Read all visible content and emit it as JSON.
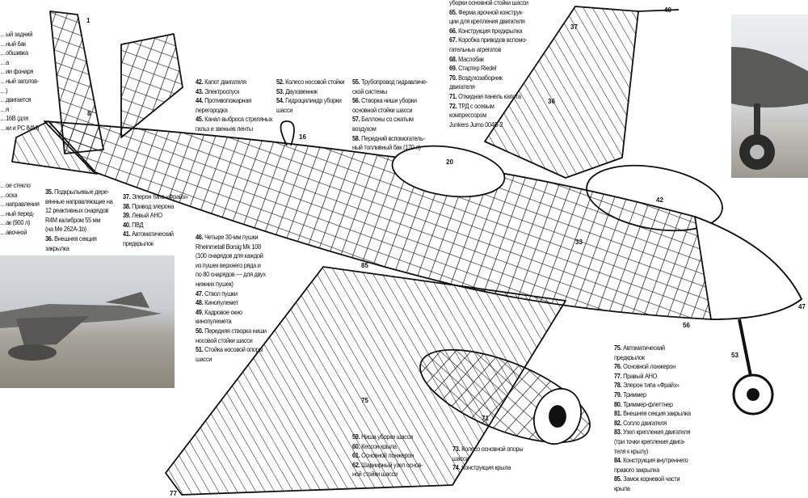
{
  "legends": {
    "left_partial_top": [
      "…ый задний",
      "…ный бак",
      "…обшивка",
      "…а",
      "…ии фонаря",
      "…ный заголов-",
      "…)",
      "…двигается",
      "…я",
      "…16В (для",
      "…ки и РС 84М)"
    ],
    "left_partial_mid": [
      "…ое стекло",
      "…оска",
      "…направления",
      "…ный перед-",
      "…ак (900 л)",
      "…авочной"
    ],
    "items_35_36": [
      {
        "num": "35.",
        "text": "Подкрыльевые дере-"
      },
      {
        "num": "",
        "text": "вянные направляющие на"
      },
      {
        "num": "",
        "text": "12 реактивных снарядов"
      },
      {
        "num": "",
        "text": "R4M калибром 55 мм"
      },
      {
        "num": "",
        "text": "(на Me 262A-1b)"
      },
      {
        "num": "36.",
        "text": "Внешняя секция"
      },
      {
        "num": "",
        "text": "закрылка"
      }
    ],
    "items_37_41": [
      {
        "num": "37.",
        "text": "Элерон типа «Фрайз»"
      },
      {
        "num": "38.",
        "text": "Привод элерона"
      },
      {
        "num": "39.",
        "text": "Левый АНО"
      },
      {
        "num": "40.",
        "text": "ПВД"
      },
      {
        "num": "41.",
        "text": "Автоматический"
      },
      {
        "num": "",
        "text": "предкрылок"
      }
    ],
    "items_42_45": [
      {
        "num": "42.",
        "text": "Капот двигателя"
      },
      {
        "num": "43.",
        "text": "Электроспуск"
      },
      {
        "num": "44.",
        "text": "Противопожарная"
      },
      {
        "num": "",
        "text": "перегородка"
      },
      {
        "num": "45.",
        "text": "Канал выброса стреляных"
      },
      {
        "num": "",
        "text": "гильз и звеньев ленты"
      }
    ],
    "items_52_54": [
      {
        "num": "52.",
        "text": "Колесо носовой стойки"
      },
      {
        "num": "53.",
        "text": "Двухзвенник"
      },
      {
        "num": "54.",
        "text": "Гидроцилиндр уборки"
      },
      {
        "num": "",
        "text": "шасси"
      }
    ],
    "items_55_58": [
      {
        "num": "55.",
        "text": "Трубопровод гидравличе-"
      },
      {
        "num": "",
        "text": "ской системы"
      },
      {
        "num": "56.",
        "text": "Створка ниши уборки"
      },
      {
        "num": "",
        "text": "основной стойки шасси"
      },
      {
        "num": "57.",
        "text": "Баллоны со сжатым"
      },
      {
        "num": "",
        "text": "воздухом"
      },
      {
        "num": "58.",
        "text": "Передний вспомогатель-"
      },
      {
        "num": "",
        "text": "ный топливный бак (170 л)"
      }
    ],
    "items_64_72": [
      {
        "num": "",
        "text": "уборки основной стойки шасси"
      },
      {
        "num": "65.",
        "text": "Ферма арочной конструк-"
      },
      {
        "num": "",
        "text": "ции для крепления двигателя"
      },
      {
        "num": "66.",
        "text": "Конструкция предкрылка"
      },
      {
        "num": "67.",
        "text": "Коробка приводов вспомо-"
      },
      {
        "num": "",
        "text": "гательных агрегатов"
      },
      {
        "num": "68.",
        "text": "Маслобак"
      },
      {
        "num": "69.",
        "text": "Стартер Riedel"
      },
      {
        "num": "70.",
        "text": "Воздухозаборник"
      },
      {
        "num": "",
        "text": "двигателя"
      },
      {
        "num": "71.",
        "text": "Откидная панель капота"
      },
      {
        "num": "72.",
        "text": "ТРД с осевым"
      },
      {
        "num": "",
        "text": "компрессором"
      },
      {
        "num": "",
        "text": "Junkers Jumo 004B-2"
      }
    ],
    "items_46_51": [
      {
        "num": "46.",
        "text": "Четыре 30-мм пушки"
      },
      {
        "num": "",
        "text": "Rheinmetall Borsig Mk 108"
      },
      {
        "num": "",
        "text": "(100 снарядов для каждой"
      },
      {
        "num": "",
        "text": "из пушек верхнего ряда и"
      },
      {
        "num": "",
        "text": "по 80 снарядов — для двух"
      },
      {
        "num": "",
        "text": "нижних пушек)"
      },
      {
        "num": "47.",
        "text": "Ствол пушки"
      },
      {
        "num": "48.",
        "text": "Кинопулемет"
      },
      {
        "num": "49.",
        "text": "Кадровое окно"
      },
      {
        "num": "",
        "text": "кинопулемета"
      },
      {
        "num": "50.",
        "text": "Передняя створка ниши"
      },
      {
        "num": "",
        "text": "носовой стойки шасси"
      },
      {
        "num": "51.",
        "text": "Стойка носовой опоры"
      },
      {
        "num": "",
        "text": "шасси"
      }
    ],
    "items_59_62": [
      {
        "num": "59.",
        "text": "Ниша уборки шасси"
      },
      {
        "num": "60.",
        "text": "Кессон крыла"
      },
      {
        "num": "61.",
        "text": "Основной лонжерон"
      },
      {
        "num": "62.",
        "text": "Шарнирный узел основ-"
      },
      {
        "num": "",
        "text": "ной стойки шасси"
      }
    ],
    "items_73_74": [
      {
        "num": "73.",
        "text": "Колесо основной опоры"
      },
      {
        "num": "",
        "text": "шасси"
      },
      {
        "num": "74.",
        "text": "Конструкция крыла"
      }
    ],
    "items_75_85": [
      {
        "num": "75.",
        "text": "Автоматический"
      },
      {
        "num": "",
        "text": "предкрылок"
      },
      {
        "num": "76.",
        "text": "Основной лонжерон"
      },
      {
        "num": "77.",
        "text": "Правый АНО"
      },
      {
        "num": "78.",
        "text": "Элерон типа «Фрайз»"
      },
      {
        "num": "79.",
        "text": "Триммер"
      },
      {
        "num": "80.",
        "text": "Триммер-флеттнер"
      },
      {
        "num": "81.",
        "text": "Внешняя секция закрылка"
      },
      {
        "num": "82.",
        "text": "Сопло двигателя"
      },
      {
        "num": "83.",
        "text": "Узел крепления двигателя"
      },
      {
        "num": "",
        "text": "(три точки крепления двига-"
      },
      {
        "num": "",
        "text": "теля к крылу)"
      },
      {
        "num": "84.",
        "text": "Конструкция внутреннего"
      },
      {
        "num": "",
        "text": "правого закрылка"
      },
      {
        "num": "85.",
        "text": "Замок корневой части"
      },
      {
        "num": "",
        "text": "крыла"
      }
    ]
  },
  "callouts": [
    "1",
    "8",
    "16",
    "20",
    "33",
    "36",
    "37",
    "40",
    "42",
    "47",
    "53",
    "56",
    "71",
    "75",
    "77",
    "85"
  ],
  "colors": {
    "ink": "#111111",
    "paper": "#ffffff",
    "photo_sky": "#d9dcdf",
    "photo_ground": "#8b877c"
  }
}
